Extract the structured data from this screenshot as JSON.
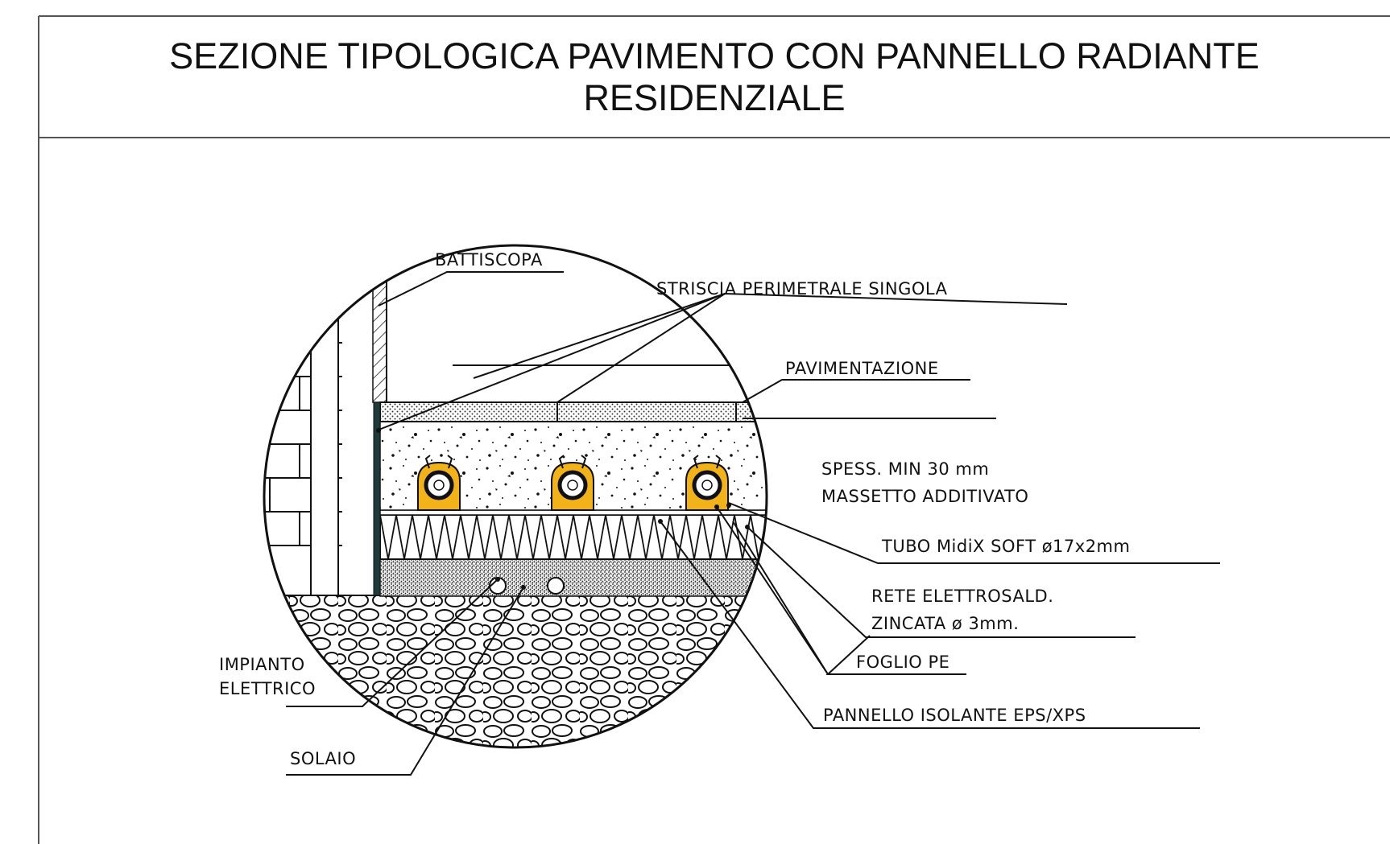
{
  "title": {
    "line1": "SEZIONE TIPOLOGICA PAVIMENTO CON PANNELLO RADIANTE",
    "line2": "RESIDENZIALE"
  },
  "labels": {
    "battiscopa": "BATTISCOPA",
    "striscia": "STRISCIA  PERIMETRALE  SINGOLA",
    "pavimentazione": "PAVIMENTAZIONE",
    "spessore": "SPESS.  MIN  30  mm",
    "massetto": "MASSETTO  ADDITIVATO",
    "tubo": "TUBO  MidiX  SOFT  ø17x2mm",
    "rete_1": "RETE  ELETTROSALD.",
    "rete_2": "ZINCATA  ø  3mm.",
    "foglio": "FOGLIO  PE",
    "pannello": "PANNELLO  ISOLANTE  EPS/XPS",
    "impianto_1": "IMPIANTO",
    "impianto_2": "ELETTRICO",
    "solaio": "SOLAIO"
  },
  "colors": {
    "ink": "#111111",
    "pipe_clip": "#f2b21a"
  }
}
